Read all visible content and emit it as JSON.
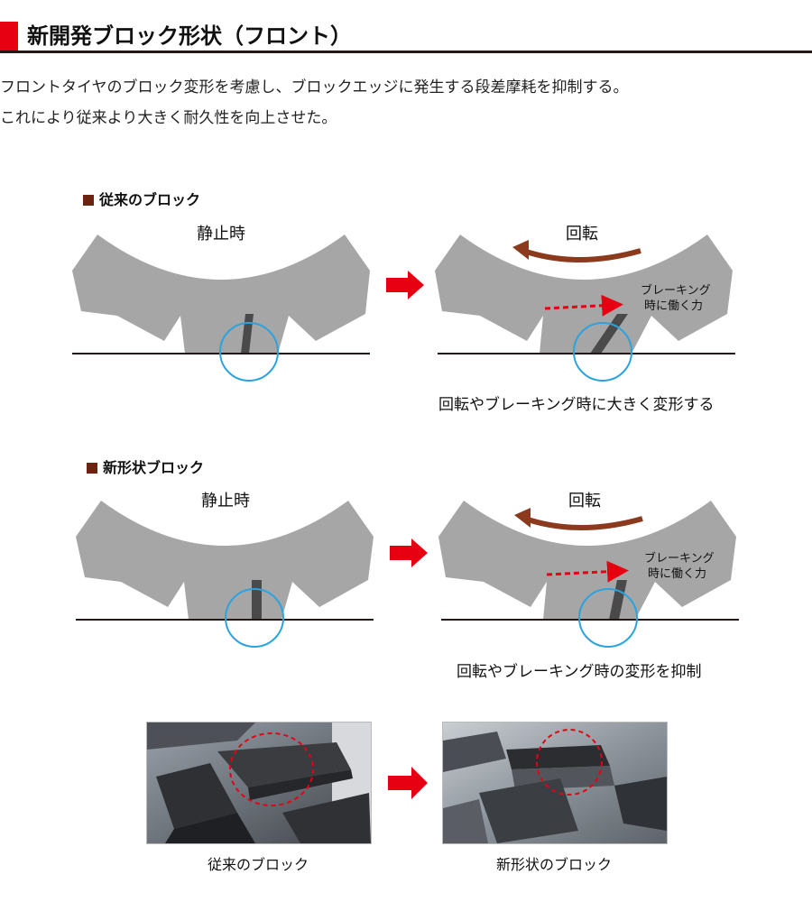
{
  "header": {
    "title": "新開発ブロック形状（フロント）",
    "accent_color": "#e60012",
    "rule_color": "#231815"
  },
  "intro": {
    "line1": "フロントタイヤのブロック変形を考慮し、ブロックエッジに発生する段差摩耗を抑制する。",
    "line2": "これにより従来より大きく耐久性を向上させた。"
  },
  "sections": [
    {
      "label": "従来のブロック",
      "static_label": "静止時",
      "rotation_label": "回転",
      "force_label_line1": "ブレーキング",
      "force_label_line2": "時に働く力",
      "caption": "回転やブレーキング時に大きく変形する"
    },
    {
      "label": "新形状ブロック",
      "static_label": "静止時",
      "rotation_label": "回転",
      "force_label_line1": "ブレーキング",
      "force_label_line2": "時に働く力",
      "caption": "回転やブレーキング時の変形を抑制"
    }
  ],
  "photos": {
    "left_caption": "従来のブロック",
    "right_caption": "新形状のブロック"
  },
  "colors": {
    "tire_gray": "#a6a6a6",
    "block_dark": "#4a4a4a",
    "circle_blue": "#2aa3de",
    "rotation_brown": "#8b3a1e",
    "force_red": "#e60012",
    "square_brown": "#6b2410"
  }
}
